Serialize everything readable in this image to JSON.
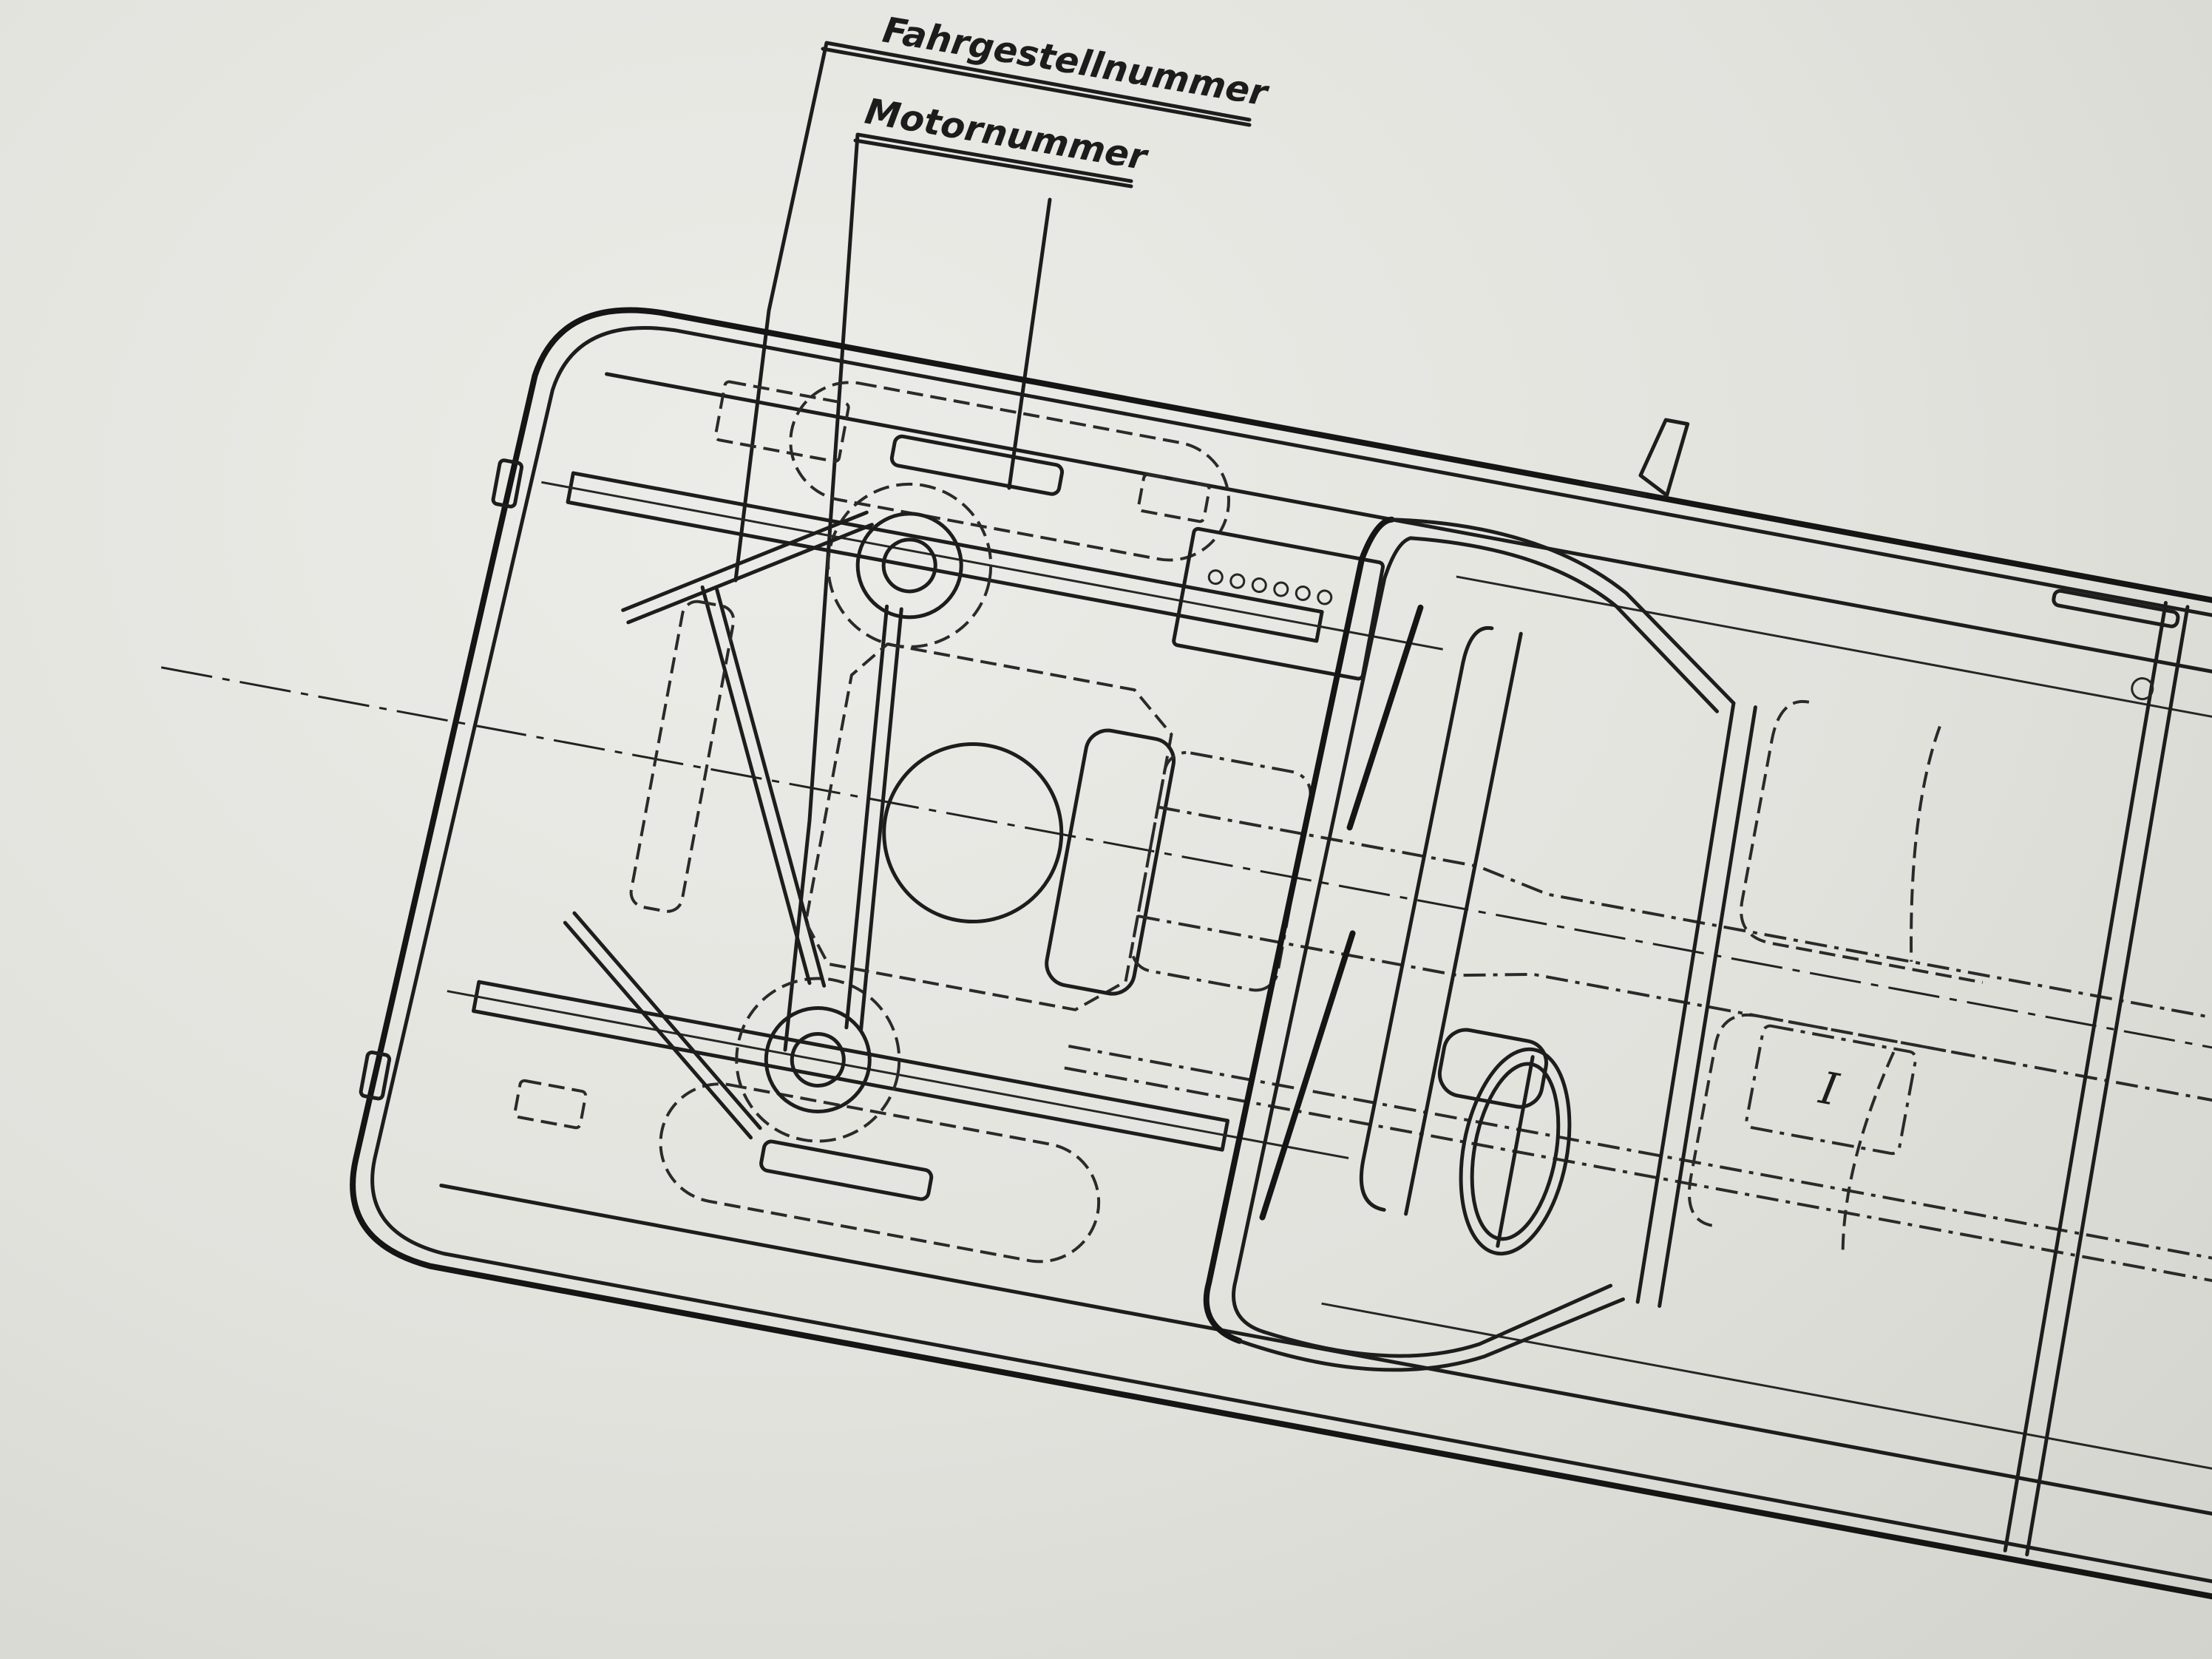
{
  "labels": {
    "chassis_number": "Fahrgestellnummer",
    "engine_number": "Motornummer",
    "marker": "I"
  },
  "colors": {
    "paper": "#e4e4df",
    "ink": "#1d1d1d"
  }
}
